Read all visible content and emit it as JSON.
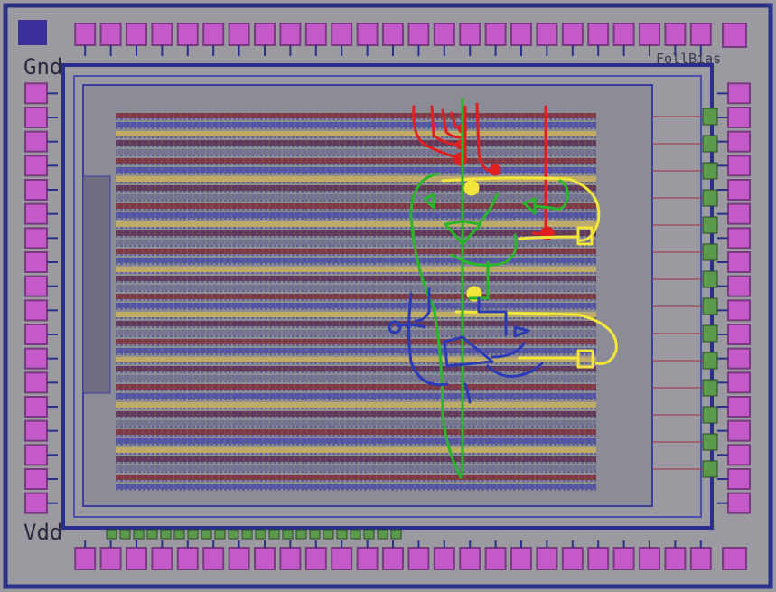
{
  "labels": {
    "gnd": "Gnd",
    "vdd": "Vdd",
    "bias": "FollBias"
  },
  "colors": {
    "background": "#9a9aa0",
    "ring_frame": "#2a2f8a",
    "pad_fill": "#c45ac8",
    "pad_border": "#7a3a82",
    "core_metal_red": "#7a2a3a",
    "core_metal_blue": "#4a4aa8",
    "core_metal_yellow": "#c8b060",
    "annotation_red": "#e02020",
    "annotation_green": "#2bb52b",
    "annotation_yellow": "#f2e63a",
    "annotation_blue": "#2b3ab5"
  },
  "pads": {
    "top_count": 25,
    "bottom_count": 25,
    "left_count": 18,
    "right_count": 18
  }
}
